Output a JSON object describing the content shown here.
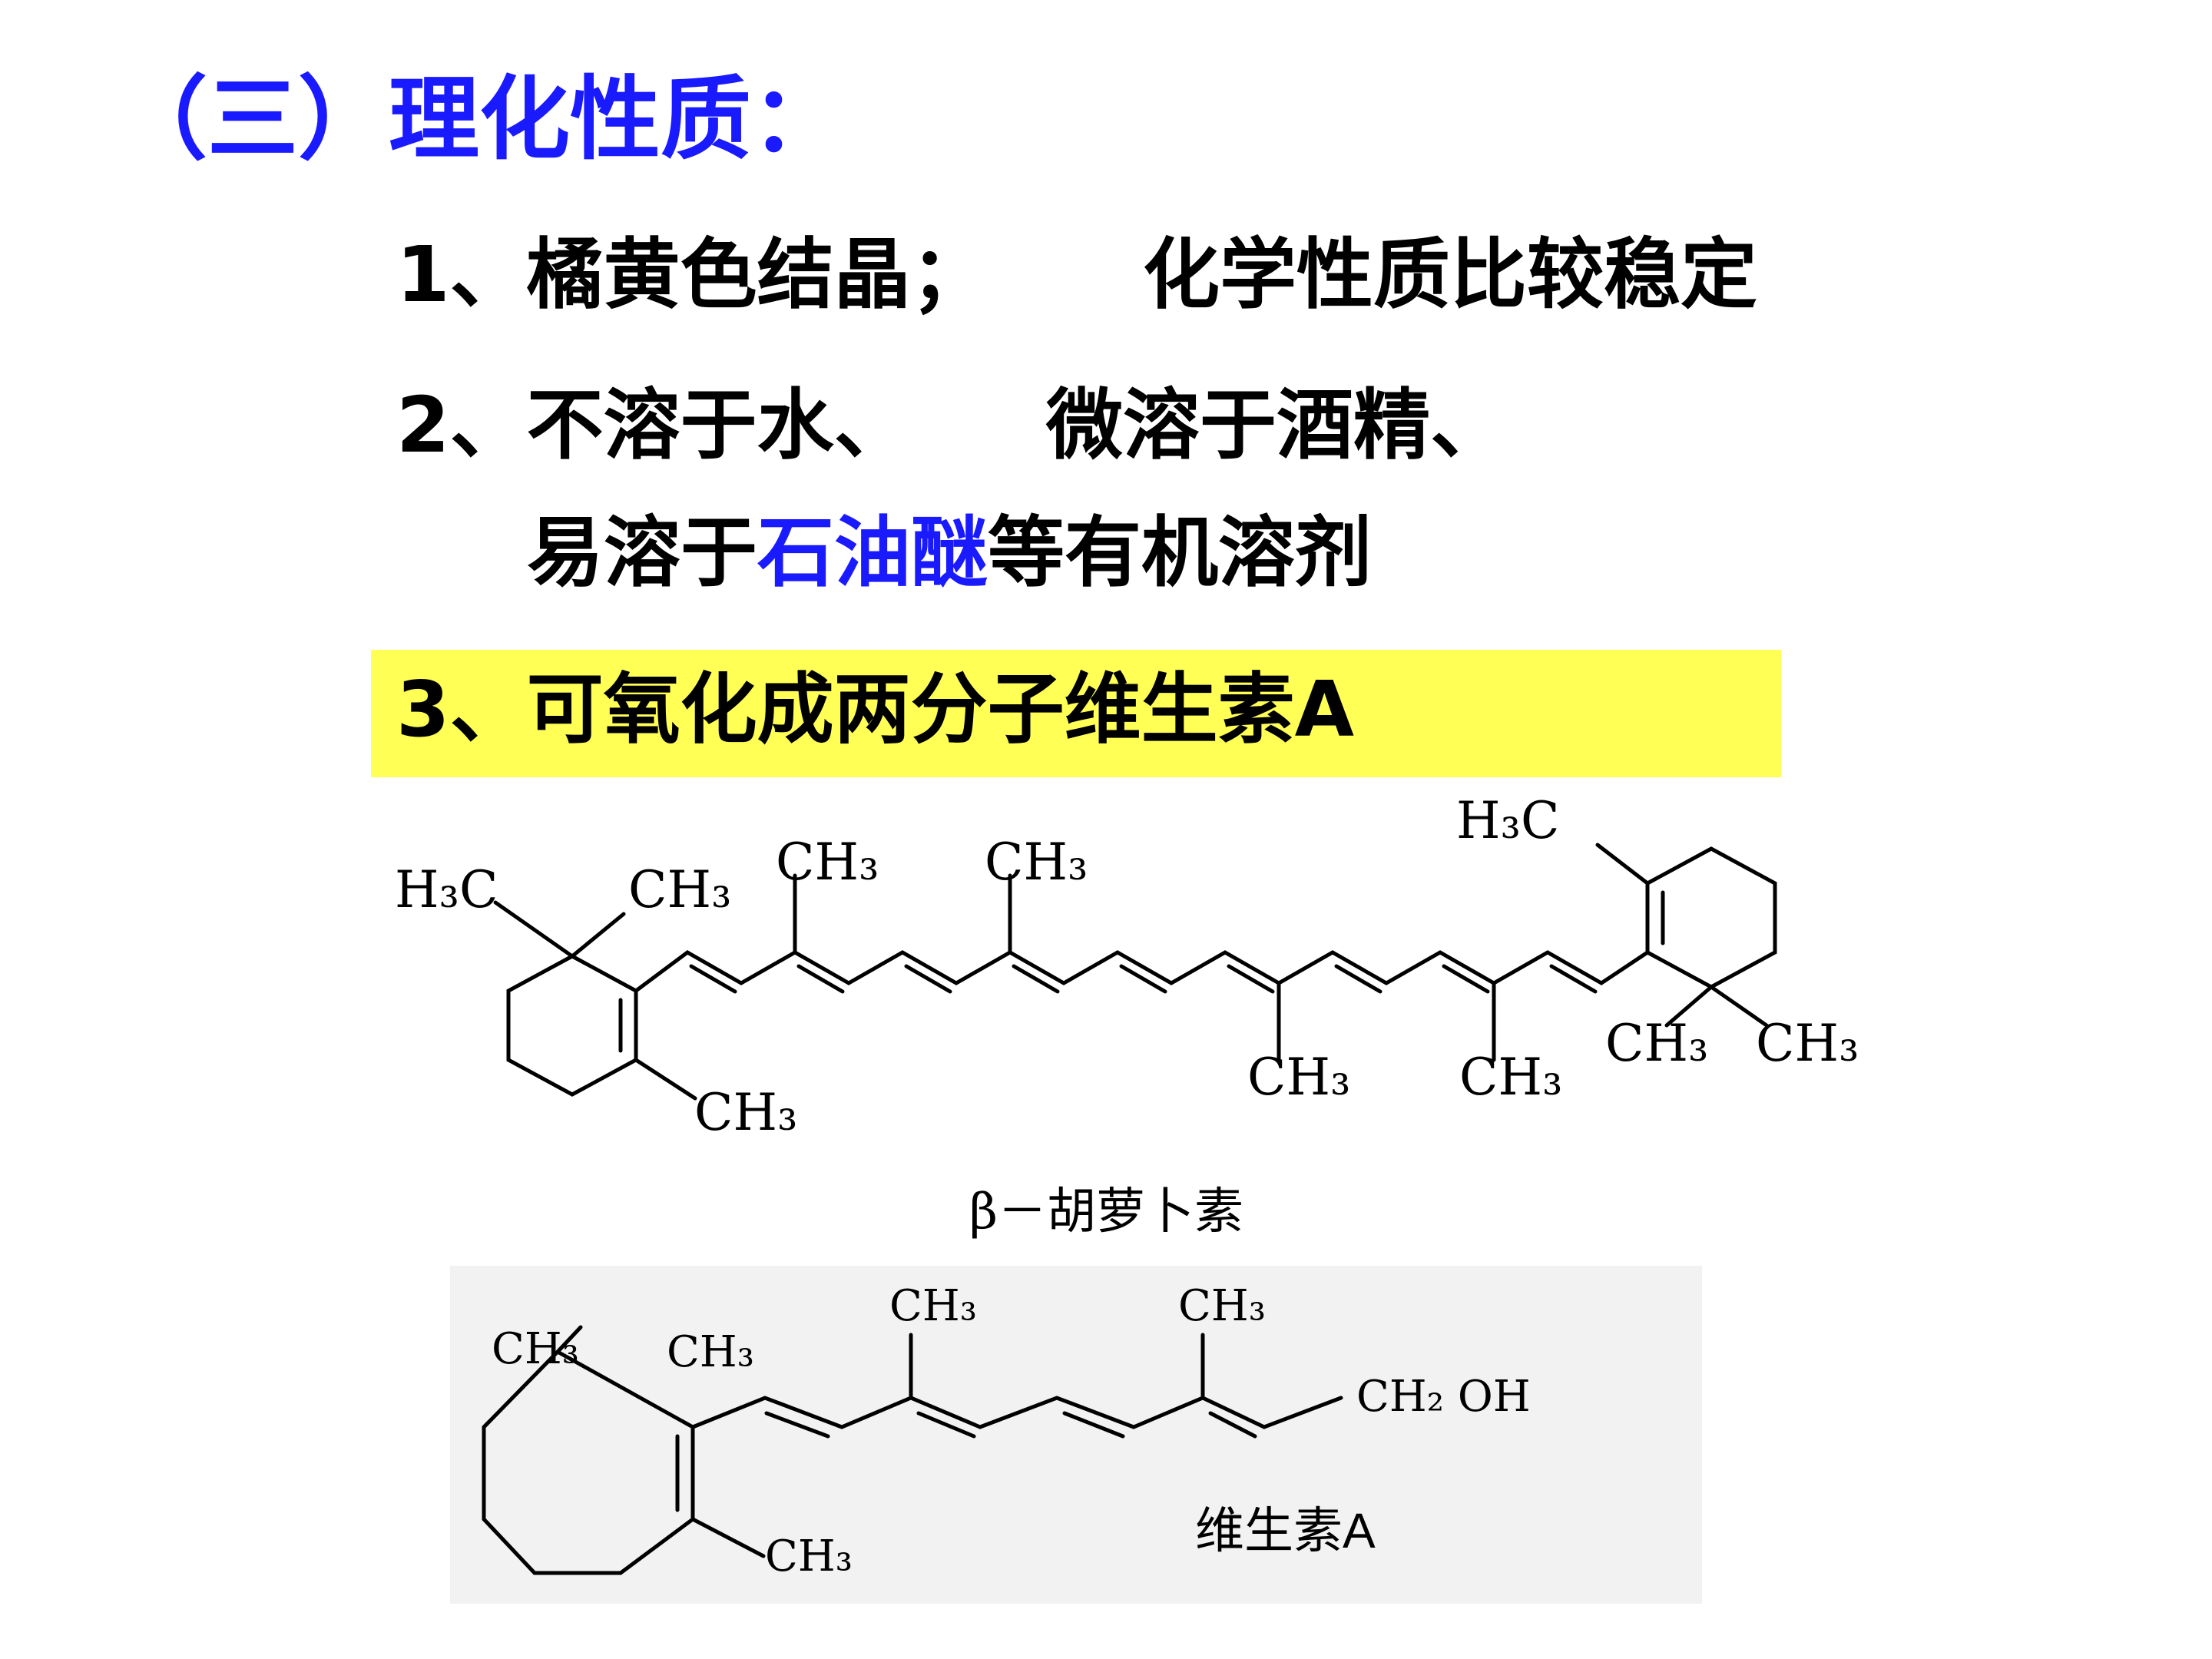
{
  "title": "（三）理化性质：",
  "items": {
    "i1_a": "1、橘黄色结晶；",
    "i1_b": "化学性质比较稳定",
    "i2_a": "2、不溶于水、",
    "i2_b": "微溶于酒精、",
    "i2_c_pre": "易溶于",
    "i2_c_hl": "石油醚",
    "i2_c_post": "等有机溶剂",
    "i3": "3、可氧化成两分子维生素A"
  },
  "beta_carotene": {
    "groups": {
      "h3c_left": "H₃C",
      "ch3_ring_left": "CH₃",
      "ch3_top1": "CH₃",
      "ch3_top2": "CH₃",
      "ch3_bottom_left": "CH₃",
      "ch3_bottom1": "CH₃",
      "ch3_bottom2": "CH₃",
      "h3c_right": "H₃C",
      "ch3_ring_right1": "CH₃",
      "ch3_ring_right2": "CH₃"
    },
    "caption": "β－胡萝卜素"
  },
  "vitamin_a": {
    "groups": {
      "ch3_ring_a": "CH₃",
      "ch3_ring_b": "CH₃",
      "ch3_top1": "CH₃",
      "ch3_top2": "CH₃",
      "ch2oh": "CH₂ OH",
      "ch3_bottom": "CH₃"
    },
    "caption": "维生素A"
  },
  "colors": {
    "title_blue": "#1a1aff",
    "highlight_yellow": "#ffff55",
    "text_black": "#000000",
    "box_gray": "#f2f2f2"
  }
}
